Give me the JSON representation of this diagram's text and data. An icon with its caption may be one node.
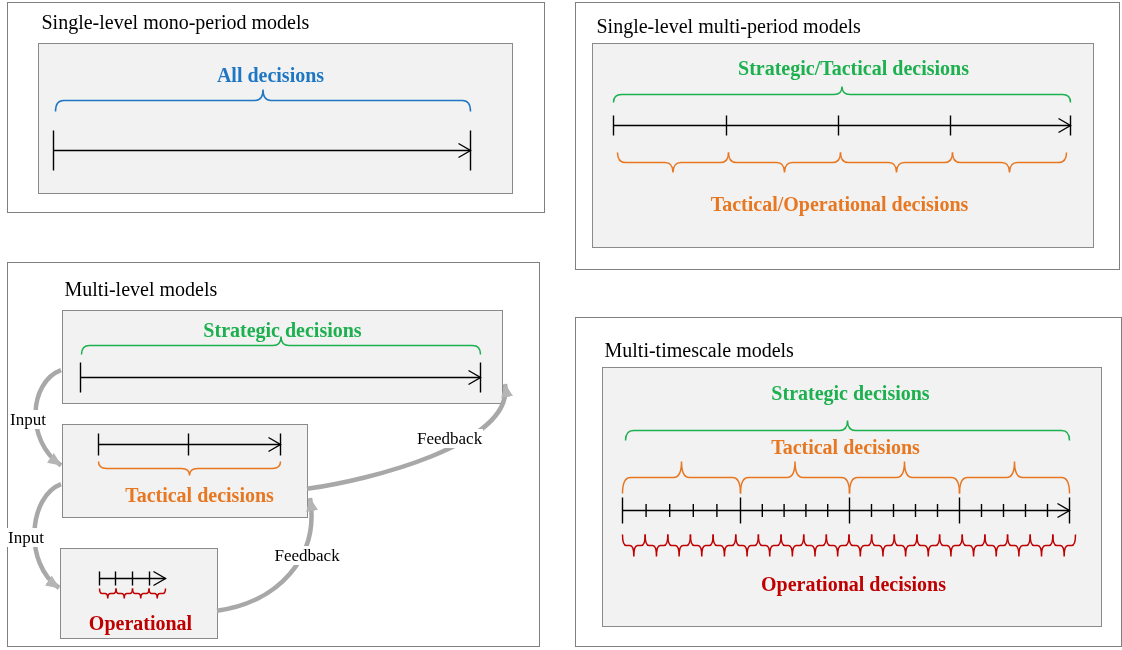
{
  "diagram": {
    "nodes": [
      {
        "text": [
          "Single-level mono-period models"
        ]
      },
      {
        "text": [
          "All decisions"
        ],
        "in": 0
      },
      {
        "text": [
          "Single-level multi-period models"
        ]
      },
      {
        "text": [
          "Strategic/Tactical decisions",
          "Tactical/Operational decisions"
        ],
        "in": 2
      },
      {
        "text": [
          "Multi-level models"
        ]
      },
      {
        "text": [
          "Strategic decisions"
        ],
        "in": 4
      },
      {
        "text": [
          "Tactical decisions"
        ],
        "in": 4
      },
      {
        "text": [
          "Operational"
        ],
        "in": 4
      },
      {
        "text": [
          "Multi-timescale models"
        ]
      },
      {
        "text": [
          "Strategic decisions",
          "Tactical decisions",
          "Operational decisions"
        ],
        "in": 8
      }
    ],
    "edges": [
      {
        "from": 5,
        "to": 6,
        "arrow": "to",
        "label": "Input"
      },
      {
        "from": 6,
        "to": 7,
        "arrow": "to",
        "label": "Input"
      },
      {
        "from": 7,
        "to": 6,
        "arrow": "to",
        "label": "Feedback"
      },
      {
        "from": 6,
        "to": 5,
        "arrow": "to",
        "label": "Feedback"
      }
    ]
  }
}
